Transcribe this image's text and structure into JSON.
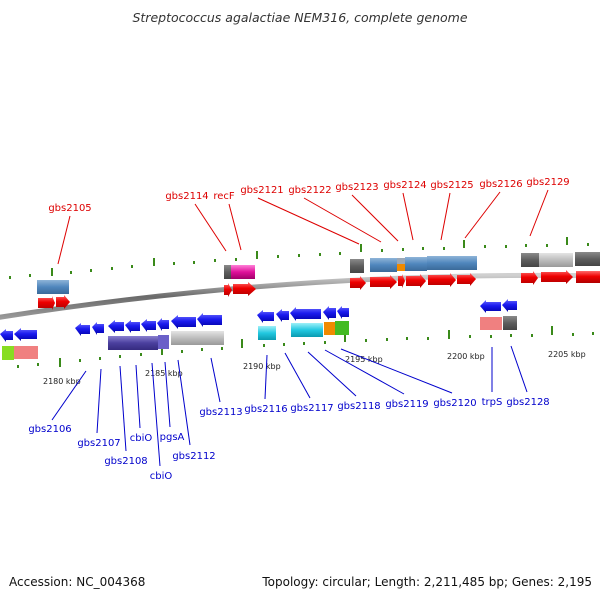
{
  "title": "Streptococcus agalactiae NEM316, complete genome",
  "footer": {
    "accession": "Accession: NC_004368",
    "topology": "Topology: circular; Length: 2,211,485 bp; Genes: 2,195"
  },
  "scale_labels": [
    "2180 kbp",
    "2185 kbp",
    "2190 kbp",
    "2195 kbp",
    "2200 kbp",
    "2205 kbp"
  ],
  "top_gene_labels": [
    "gbs2105",
    "gbs2114",
    "recF",
    "gbs2121",
    "gbs2122",
    "gbs2123",
    "gbs2124",
    "gbs2125",
    "gbs2126",
    "gbs2129"
  ],
  "bottom_gene_labels": [
    "gbs2106",
    "gbs2107",
    "gbs2108",
    "cbiO",
    "cbiO",
    "pgsA",
    "gbs2112",
    "gbs2113",
    "gbs2116",
    "gbs2117",
    "gbs2118",
    "gbs2119",
    "gbs2120",
    "trpS",
    "gbs2128"
  ],
  "colors": {
    "plus_strand": "#ee0000",
    "minus_strand": "#1a1aee",
    "backbone": "#808080",
    "tick": "#3a8a1a",
    "top_label": "#dd0000",
    "bottom_label": "#0000cc"
  }
}
